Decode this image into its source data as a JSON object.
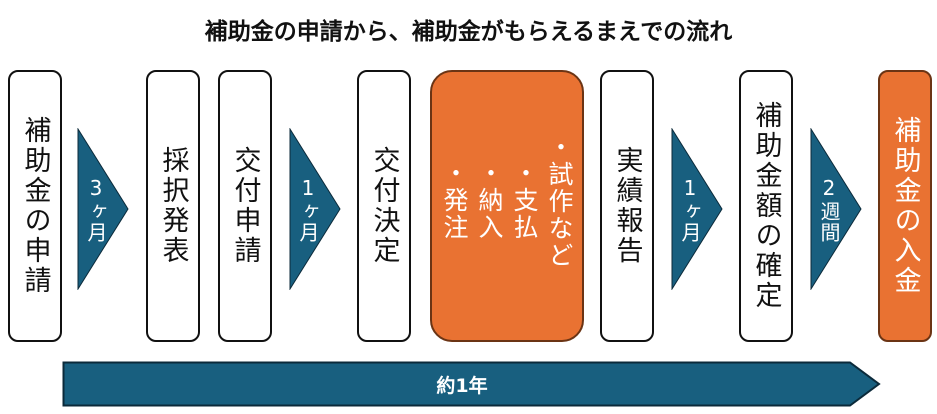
{
  "title": "補助金の申請から、補助金がもらえるまえでの流れ",
  "colors": {
    "arrow_fill": "#185f7f",
    "arrow_stroke": "#0b2a3a",
    "highlight_fill": "#e97232",
    "highlight_stroke": "#6b3414",
    "box_stroke": "#111111"
  },
  "steps": [
    {
      "label": "補助金の申請"
    },
    {
      "label": "採択発表"
    },
    {
      "label": "交付申請"
    },
    {
      "label": "交付決定"
    },
    {
      "items": [
        "・試作など",
        "・支払",
        "・納入",
        "・発注"
      ]
    },
    {
      "label": "実績報告"
    },
    {
      "label": "補助金額の確定"
    },
    {
      "label": "補助金の入金"
    }
  ],
  "intervals": [
    {
      "label": "3ヶ月"
    },
    {
      "label": "1ヶ月"
    },
    {
      "label": "1ヶ月"
    },
    {
      "label": "2週間"
    }
  ],
  "total_duration": "約1年"
}
